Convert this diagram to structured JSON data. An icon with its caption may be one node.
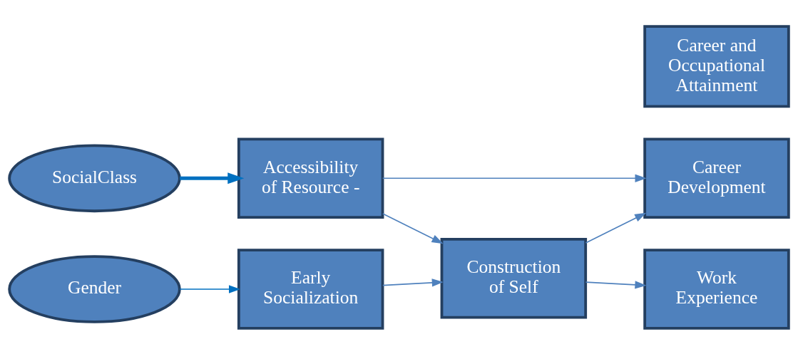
{
  "diagram": {
    "nodes": [
      {
        "text": [
          "SocialClass"
        ]
      },
      {
        "text": [
          "Accessibility of Resource -"
        ]
      },
      {
        "text": [
          "Gender"
        ]
      },
      {
        "text": [
          "Early Socialization"
        ]
      },
      {
        "text": [
          "Construction of Self"
        ]
      },
      {
        "text": [
          "Career Development"
        ]
      },
      {
        "text": [
          "Career and Occupational Attainment"
        ]
      },
      {
        "text": [
          "Work Experience"
        ]
      }
    ],
    "edges": [
      {
        "from": 0,
        "to": 1,
        "arrow": "to",
        "style": "thick",
        "color": "#0070c0"
      },
      {
        "from": 2,
        "to": 3,
        "arrow": "to",
        "color": "#0070c0"
      },
      {
        "from": 1,
        "to": 5,
        "arrow": "to"
      },
      {
        "from": 1,
        "to": 4,
        "arrow": "to"
      },
      {
        "from": 3,
        "to": 4,
        "arrow": "to"
      },
      {
        "from": 4,
        "to": 5,
        "arrow": "to"
      },
      {
        "from": 4,
        "to": 7,
        "arrow": "to"
      }
    ]
  }
}
